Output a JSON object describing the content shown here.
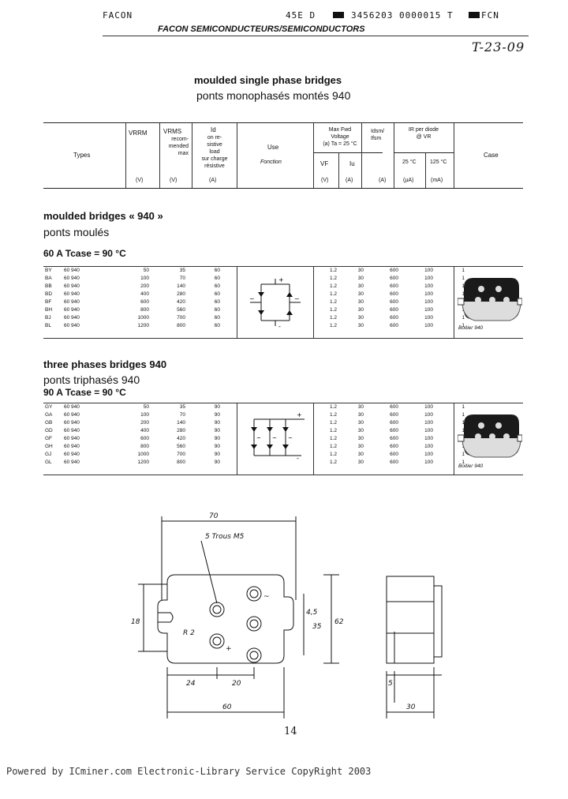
{
  "header": {
    "company": "FACON",
    "code_left": "45E D",
    "code_mid": "3456203 0000015 T",
    "code_right": "FCN",
    "banner": "FACON SEMICONDUCTEURS/SEMICONDUCTORS",
    "handwritten": "T-23-09"
  },
  "title": {
    "en": "moulded single phase bridges",
    "fr": "ponts monophasés montés 940"
  },
  "spec_table": {
    "types": "Types",
    "vrrm": "VRRM",
    "vrms": "VRMS",
    "vrms_sub": "recom-\nmended\nmax",
    "id": "Id",
    "id_sub": "on re-\nsistive\nload\nsur charge\nrésistive",
    "use": "Use",
    "use_fr": "Fonction",
    "maxfwd": "Max Fwd\nVoltage\n(a) Ta = 25 °C",
    "vf": "VF",
    "iu": "Iu",
    "idsm": "Idsm/\nIfsm",
    "ir": "IR per diode\n@ VR",
    "t25": "25 °C",
    "t125": "125 °C",
    "case": "Case",
    "u_v1": "(V)",
    "u_v2": "(V)",
    "u_a1": "(A)",
    "u_v3": "(V)",
    "u_a2": "(A)",
    "u_a3": "(A)",
    "u_ua": "(µA)",
    "u_ma": "(mA)"
  },
  "section1": {
    "title": "moulded bridges « 940 »",
    "subtitle": "ponts moulés",
    "condition": "60 A Tcase = 90 °C",
    "case_label": "Boitier 940",
    "rows": [
      [
        "BY",
        "60 940",
        "50",
        "35",
        "60",
        "1.2",
        "30",
        "600",
        "100",
        "1"
      ],
      [
        "BA",
        "60 940",
        "100",
        "70",
        "60",
        "1.2",
        "30",
        "600",
        "100",
        "1"
      ],
      [
        "BB",
        "60 940",
        "200",
        "140",
        "60",
        "1.2",
        "30",
        "600",
        "100",
        "1"
      ],
      [
        "BD",
        "60 940",
        "400",
        "280",
        "60",
        "1.2",
        "30",
        "600",
        "100",
        "1"
      ],
      [
        "BF",
        "60 940",
        "600",
        "420",
        "60",
        "1.2",
        "30",
        "600",
        "100",
        "1"
      ],
      [
        "BH",
        "60 940",
        "800",
        "560",
        "60",
        "1.2",
        "30",
        "600",
        "100",
        "1"
      ],
      [
        "BJ",
        "60 940",
        "1000",
        "700",
        "60",
        "1.2",
        "30",
        "600",
        "100",
        "1"
      ],
      [
        "BL",
        "60 940",
        "1200",
        "800",
        "60",
        "1.2",
        "30",
        "600",
        "100",
        "1"
      ]
    ]
  },
  "section2": {
    "title": "three phases bridges 940",
    "subtitle": "ponts triphasés 940",
    "condition": "90 A Tcase = 90 °C",
    "case_label": "Boitier 940",
    "rows": [
      [
        "GY",
        "60 940",
        "50",
        "35",
        "90",
        "1.2",
        "30",
        "600",
        "100",
        "1"
      ],
      [
        "GA",
        "60 940",
        "100",
        "70",
        "90",
        "1.2",
        "30",
        "600",
        "100",
        "1"
      ],
      [
        "GB",
        "60 940",
        "200",
        "140",
        "90",
        "1.2",
        "30",
        "600",
        "100",
        "1"
      ],
      [
        "GD",
        "60 940",
        "400",
        "280",
        "90",
        "1.2",
        "30",
        "600",
        "100",
        "1"
      ],
      [
        "GF",
        "60 940",
        "600",
        "420",
        "90",
        "1.2",
        "30",
        "600",
        "100",
        "1"
      ],
      [
        "GH",
        "60 940",
        "800",
        "560",
        "90",
        "1.2",
        "30",
        "600",
        "100",
        "1"
      ],
      [
        "GJ",
        "60 940",
        "1000",
        "700",
        "90",
        "1.2",
        "30",
        "600",
        "100",
        "1"
      ],
      [
        "GL",
        "60 940",
        "1200",
        "800",
        "90",
        "1.2",
        "30",
        "600",
        "100",
        "1"
      ]
    ]
  },
  "drawing": {
    "d70": "70",
    "hole_note": "5 Trous M5",
    "d18": "18",
    "r": "R 2",
    "d45": "4,5",
    "d35": "35",
    "d62": "62",
    "d24": "24",
    "d20": "20",
    "d60": "60",
    "d5": "5",
    "d30": "30",
    "plus": "+",
    "minus": "-",
    "ac": "~"
  },
  "page_number": "14",
  "footer": "Powered by ICminer.com Electronic-Library Service CopyRight 2003"
}
